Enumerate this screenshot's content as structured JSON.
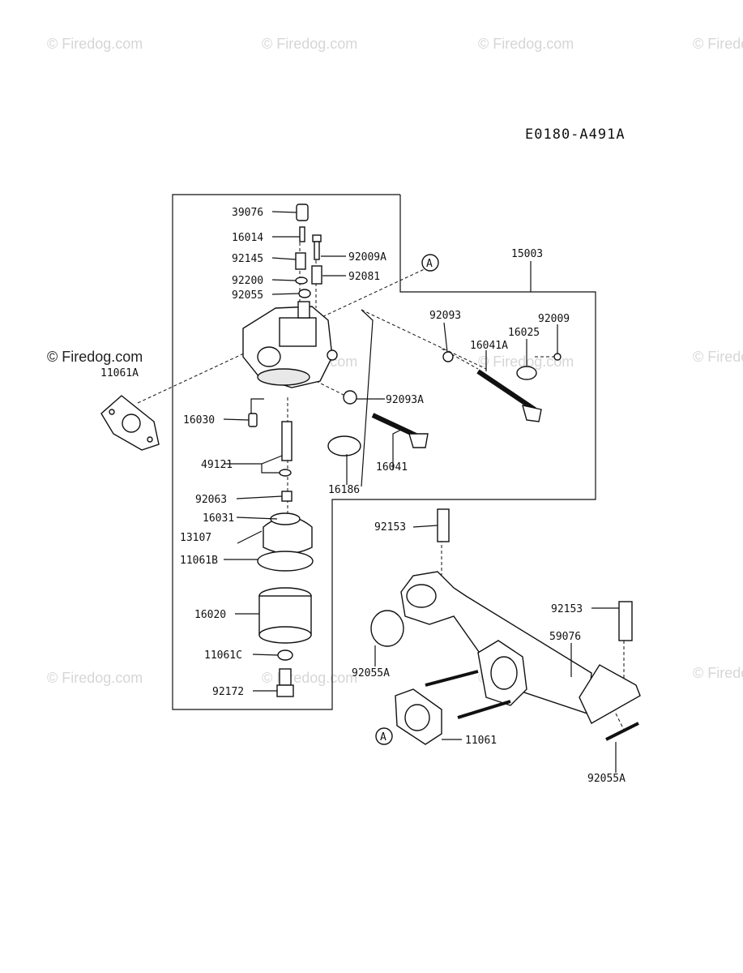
{
  "diagram_code": "E0180-A491A",
  "watermark": "© Firedog.com",
  "callout_ref": "A",
  "part_labels": {
    "p39076": "39076",
    "p16014": "16014",
    "p92009A": "92009A",
    "p92145": "92145",
    "p92200": "92200",
    "p92081": "92081",
    "p92055": "92055",
    "p11061A": "11061A",
    "p16030": "16030",
    "p49121": "49121",
    "p92063": "92063",
    "p16031": "16031",
    "p13107": "13107",
    "p11061B": "11061B",
    "p16020": "16020",
    "p11061C": "11061C",
    "p92172": "92172",
    "p15003": "15003",
    "p92093": "92093",
    "p92009": "92009",
    "p16025": "16025",
    "p16041A": "16041A",
    "p92093A": "92093A",
    "p16041": "16041",
    "p16186": "16186",
    "p92153a": "92153",
    "p92153b": "92153",
    "p59076": "59076",
    "p92055Aa": "92055A",
    "p11061": "11061",
    "p92055Ab": "92055A"
  }
}
